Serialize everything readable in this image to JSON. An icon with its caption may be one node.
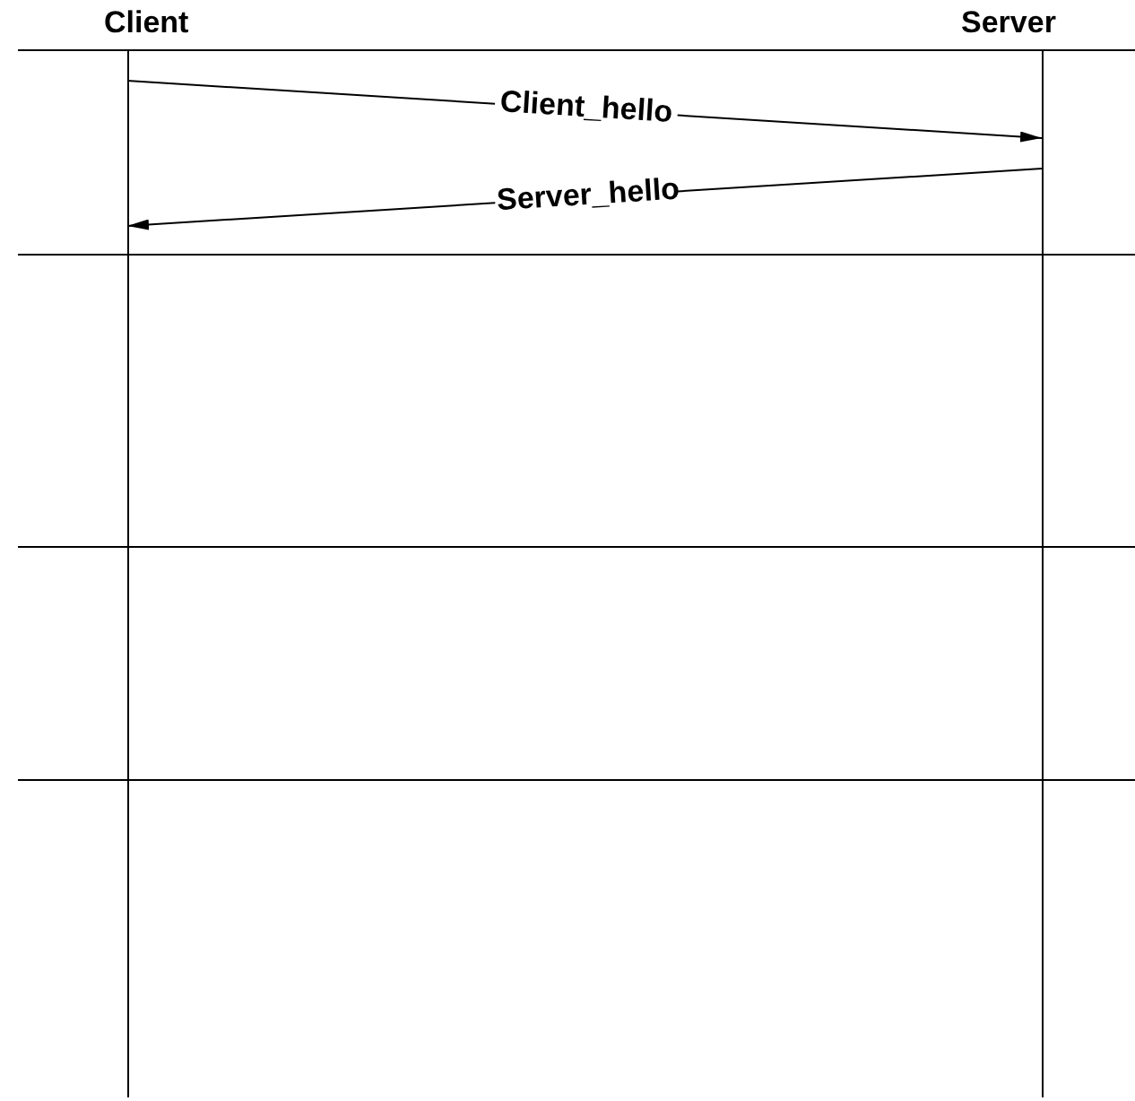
{
  "diagram": {
    "nodes": [
      {
        "text": [
          "Client"
        ]
      },
      {
        "text": [
          "Server"
        ]
      }
    ],
    "edges": [
      {
        "from": 0,
        "to": 1,
        "arrow": "to",
        "label": "Client_hello"
      },
      {
        "from": 1,
        "to": 0,
        "arrow": "to",
        "label": "Server_hello"
      }
    ]
  }
}
